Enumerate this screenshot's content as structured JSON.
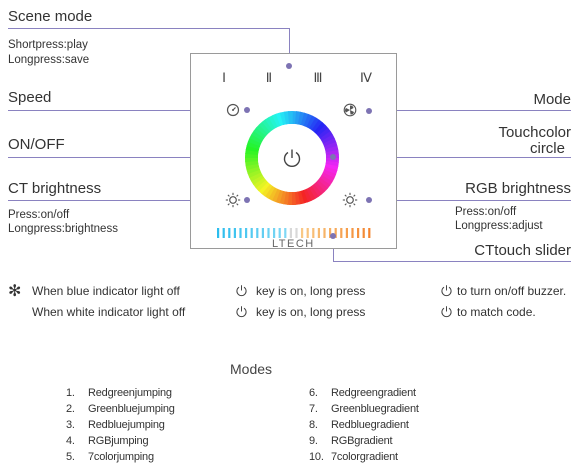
{
  "labels": {
    "scene_mode": "Scene mode",
    "shortpress": "Shortpress:play",
    "longpress_save": "Longpress:save",
    "speed": "Speed",
    "mode": "Mode",
    "onoff": "ON/OFF",
    "touchcolor_1": "Touchcolor",
    "touchcolor_2": "circle",
    "ct_brightness": "CT brightness",
    "ct_press": "Press:on/off",
    "ct_longpress": "Longpress:brightness",
    "rgb_brightness": "RGB brightness",
    "rgb_press": "Press:on/off",
    "rgb_longpress": "Longpress:adjust",
    "ct_slider": "CTtouch  slider"
  },
  "panel": {
    "scenes": [
      "Ⅰ",
      "Ⅱ",
      "Ⅲ",
      "Ⅳ"
    ],
    "brand": "LTECH"
  },
  "icons": {
    "speed": "speed-dial-icon",
    "mode": "mode-fan-icon",
    "power": "power-icon",
    "brightness": "sun-icon"
  },
  "notes": {
    "asterisk": "✻",
    "row1_a": "When blue indicator  light off",
    "row1_b": "key is on, long press",
    "row1_c": "to turn on/off buzzer.",
    "row2_a": "When white indicator  light off",
    "row2_b": "key is on, long press",
    "row2_c": "to match code."
  },
  "modes": {
    "title": "Modes",
    "left": [
      {
        "num": "1.",
        "label": "Redgreenjumping"
      },
      {
        "num": "2.",
        "label": "Greenbluejumping"
      },
      {
        "num": "3.",
        "label": "Redbluejumping"
      },
      {
        "num": "4.",
        "label": "RGBjumping"
      },
      {
        "num": "5.",
        "label": "7colorjumping"
      }
    ],
    "right": [
      {
        "num": "6.",
        "label": "Redgreengradient"
      },
      {
        "num": "7.",
        "label": "Greenbluegradient"
      },
      {
        "num": "8.",
        "label": "Redbluegradient"
      },
      {
        "num": "9.",
        "label": "RGBgradient"
      },
      {
        "num": "10.",
        "label": "7colorgradient"
      }
    ]
  },
  "colors": {
    "accent": "#7d73b3",
    "line": "#8a82c0"
  }
}
